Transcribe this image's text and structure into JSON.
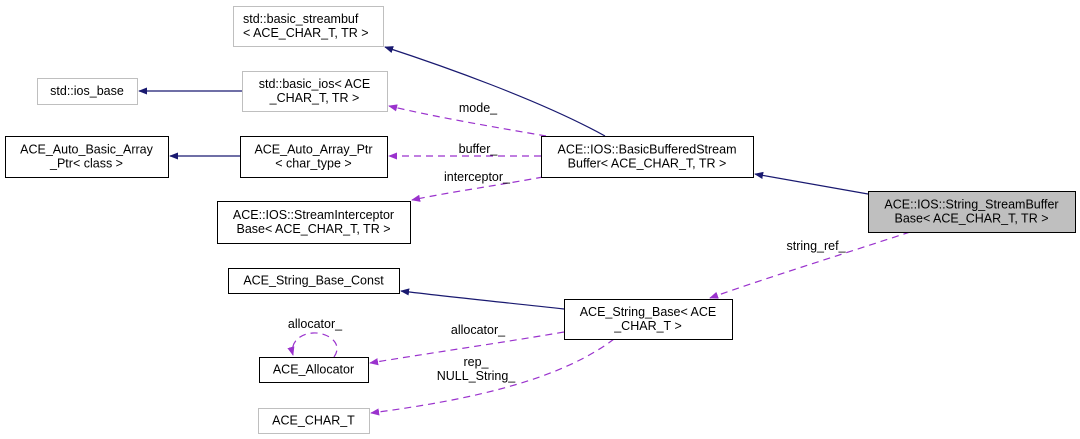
{
  "diagram": {
    "title": "Inheritance and collaboration graph for ACE::IOS::String_StreamBufferBase",
    "colors": {
      "inherit_edge": "#191970",
      "usage_edge": "#9a32cd",
      "focus_fill": "#bfbfbf",
      "documented_border": "#000000",
      "undocumented_border": "#bfbfbf"
    },
    "nodes": [
      {
        "id": "basic_streambuf",
        "lines": [
          "std::basic_streambuf",
          "< ACE_CHAR_T, TR >"
        ],
        "style": "external",
        "align": "left"
      },
      {
        "id": "ios_base",
        "lines": [
          "std::ios_base"
        ],
        "style": "external",
        "align": "center"
      },
      {
        "id": "basic_ios",
        "lines": [
          "std::basic_ios< ACE",
          "_CHAR_T, TR >"
        ],
        "style": "external",
        "align": "center"
      },
      {
        "id": "auto_basic_array_ptr",
        "lines": [
          "ACE_Auto_Basic_Array",
          "_Ptr< class >"
        ],
        "style": "documented",
        "align": "center"
      },
      {
        "id": "auto_array_ptr",
        "lines": [
          "ACE_Auto_Array_Ptr",
          "< char_type >"
        ],
        "style": "documented",
        "align": "center"
      },
      {
        "id": "stream_interceptor",
        "lines": [
          "ACE::IOS::StreamInterceptor",
          "Base< ACE_CHAR_T, TR >"
        ],
        "style": "documented",
        "align": "center"
      },
      {
        "id": "basic_buffered_stream",
        "lines": [
          "ACE::IOS::BasicBufferedStream",
          "Buffer< ACE_CHAR_T, TR >"
        ],
        "style": "documented",
        "align": "center"
      },
      {
        "id": "string_streambuffer",
        "lines": [
          "ACE::IOS::String_StreamBuffer",
          "Base< ACE_CHAR_T, TR >"
        ],
        "style": "focus",
        "align": "center"
      },
      {
        "id": "string_base_const",
        "lines": [
          "ACE_String_Base_Const"
        ],
        "style": "documented",
        "align": "center"
      },
      {
        "id": "allocator",
        "lines": [
          "ACE_Allocator"
        ],
        "style": "documented",
        "align": "center"
      },
      {
        "id": "ace_char_t",
        "lines": [
          "ACE_CHAR_T"
        ],
        "style": "external",
        "align": "center"
      },
      {
        "id": "string_base",
        "lines": [
          "ACE_String_Base< ACE",
          "_CHAR_T >"
        ],
        "style": "documented",
        "align": "center"
      }
    ],
    "edges": [
      {
        "from": "basic_buffered_stream",
        "to": "basic_streambuf",
        "kind": "inherit",
        "labels": []
      },
      {
        "from": "basic_ios",
        "to": "ios_base",
        "kind": "inherit",
        "labels": []
      },
      {
        "from": "auto_array_ptr",
        "to": "auto_basic_array_ptr",
        "kind": "inherit",
        "labels": []
      },
      {
        "from": "basic_buffered_stream",
        "to": "basic_ios",
        "kind": "usage",
        "labels": [
          "mode_"
        ]
      },
      {
        "from": "basic_buffered_stream",
        "to": "auto_array_ptr",
        "kind": "usage",
        "labels": [
          "buffer_"
        ]
      },
      {
        "from": "basic_buffered_stream",
        "to": "stream_interceptor",
        "kind": "usage",
        "labels": [
          "interceptor_"
        ]
      },
      {
        "from": "string_streambuffer",
        "to": "basic_buffered_stream",
        "kind": "inherit",
        "labels": []
      },
      {
        "from": "string_streambuffer",
        "to": "string_base",
        "kind": "usage",
        "labels": [
          "string_ref_"
        ]
      },
      {
        "from": "string_base",
        "to": "string_base_const",
        "kind": "inherit",
        "labels": []
      },
      {
        "from": "string_base",
        "to": "allocator",
        "kind": "usage",
        "labels": [
          "allocator_"
        ]
      },
      {
        "from": "allocator",
        "to": "allocator",
        "kind": "usage",
        "labels": [
          "allocator_"
        ]
      },
      {
        "from": "string_base",
        "to": "ace_char_t",
        "kind": "usage",
        "labels": [
          "rep_",
          "NULL_String_"
        ]
      }
    ]
  }
}
